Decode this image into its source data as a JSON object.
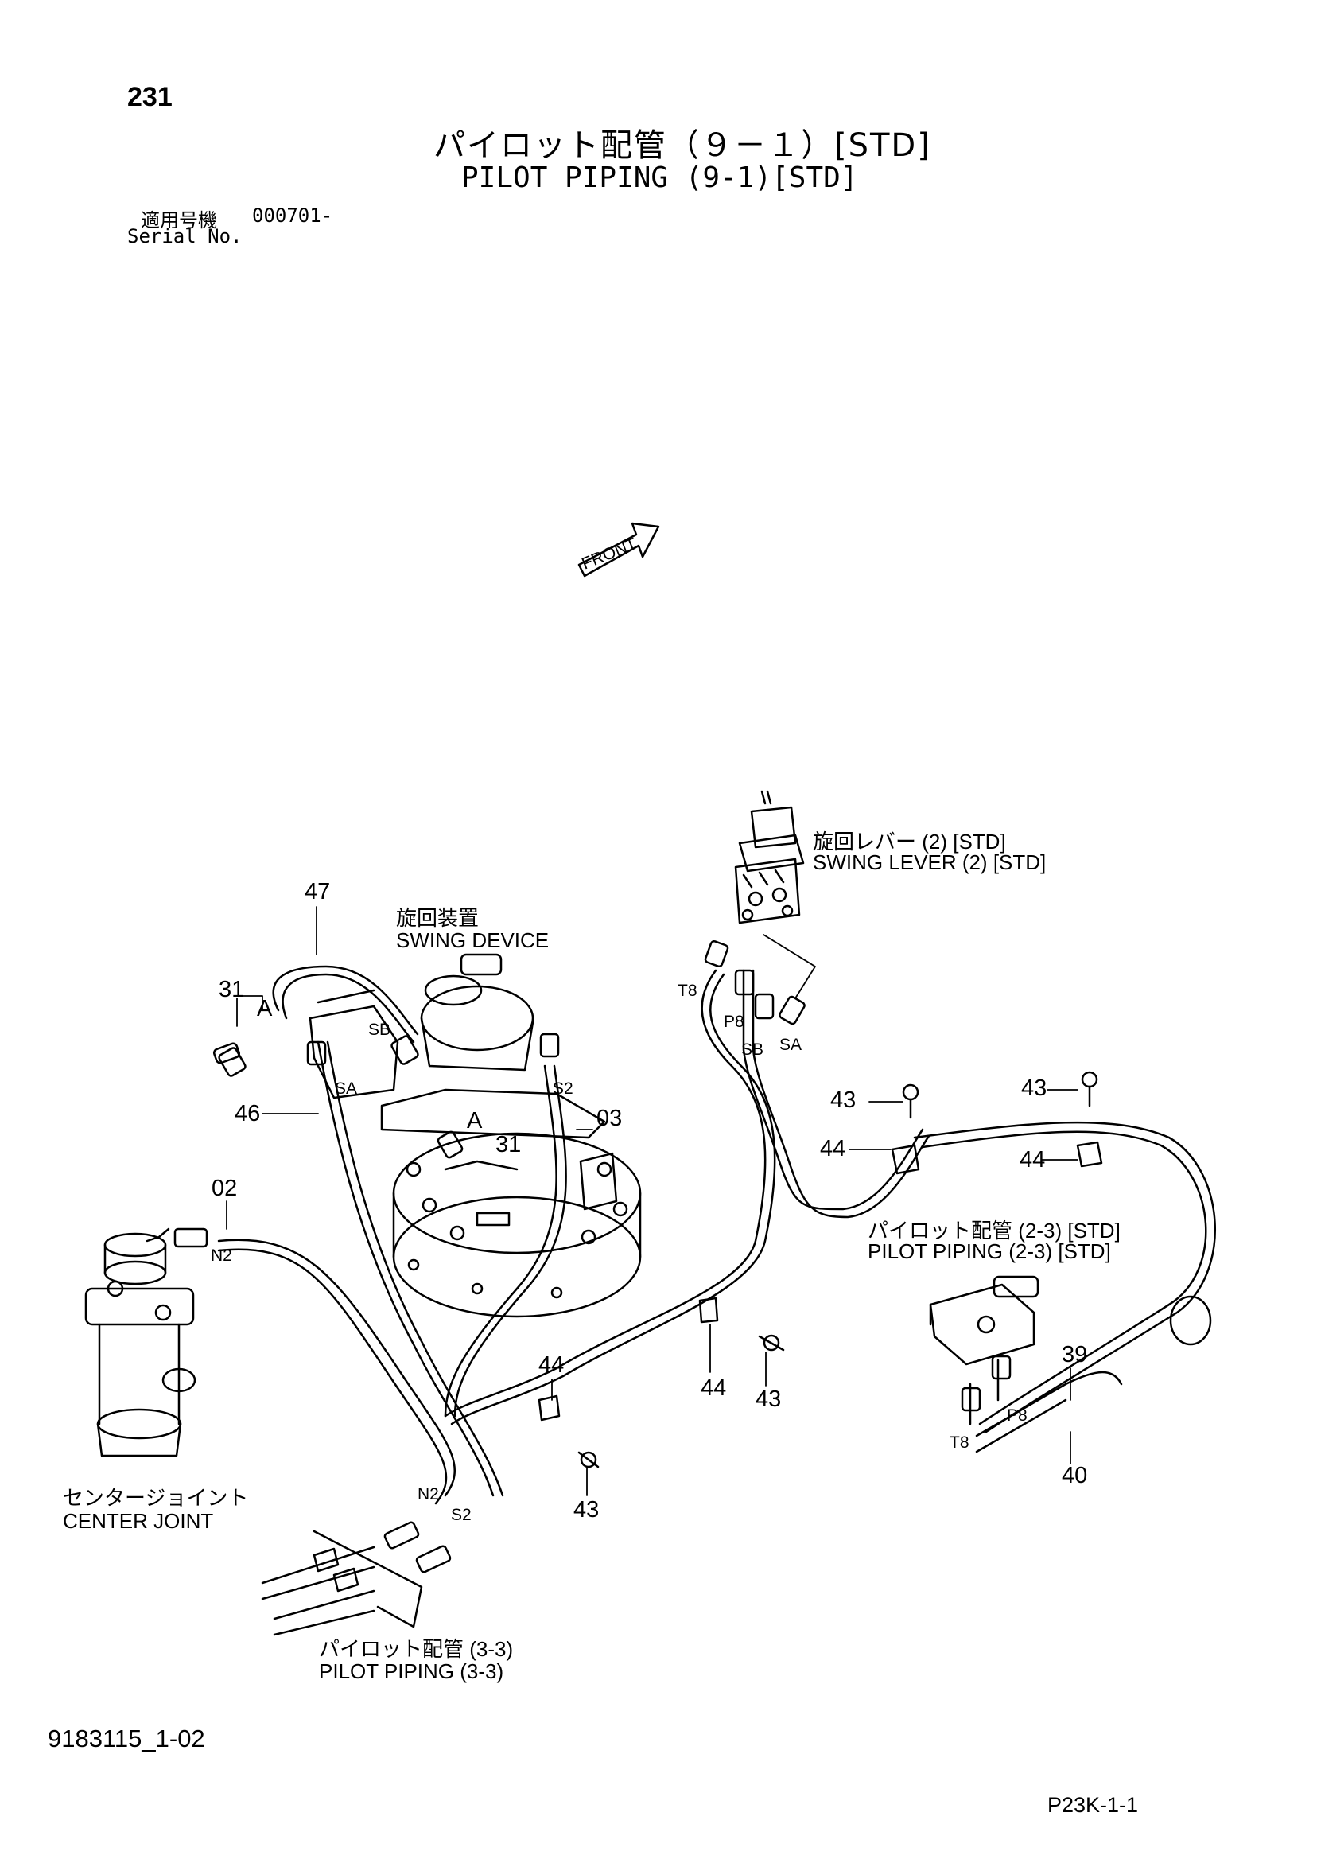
{
  "header": {
    "page_number": "231",
    "title_jp": "パイロット配管（９－１）[STD]",
    "title_en": "PILOT PIPING (9-1)[STD]",
    "serial_label_jp": "適用号機",
    "serial_value": "000701-",
    "serial_label_en": "Serial No."
  },
  "front_arrow": {
    "label": "FRONT"
  },
  "components": {
    "swing_lever": {
      "jp": "旋回レバー (2) [STD]",
      "en": "SWING LEVER (2) [STD]"
    },
    "swing_device": {
      "jp": "旋回装置",
      "en": "SWING DEVICE"
    },
    "pilot_piping_2_3": {
      "jp": "パイロット配管 (2-3) [STD]",
      "en": "PILOT PIPING (2-3) [STD]"
    },
    "center_joint": {
      "jp": "センタージョイント",
      "en": "CENTER JOINT"
    },
    "pilot_piping_3_3": {
      "jp": "パイロット配管 (3-3)",
      "en": "PILOT PIPING (3-3)"
    }
  },
  "part_numbers": {
    "p47": "47",
    "p31a": "31",
    "p31b": "31",
    "p46": "46",
    "p03": "03",
    "p02": "02",
    "p43a": "43",
    "p43b": "43",
    "p43c": "43",
    "p43d": "43",
    "p44a": "44",
    "p44b": "44",
    "p44c": "44",
    "p44d": "44",
    "p39": "39",
    "p40": "40"
  },
  "port_labels": {
    "t8a": "T8",
    "p8a": "P8",
    "sba": "SB",
    "saa": "SA",
    "sbb": "SB",
    "sab": "SA",
    "s2a": "S2",
    "n2a": "N2",
    "n2b": "N2",
    "s2b": "S2",
    "t8b": "T8",
    "p8b": "P8"
  },
  "detail_refs": {
    "a1": "A",
    "a2": "A"
  },
  "footer": {
    "doc_code": "9183115_1-02",
    "page_code": "P23K-1-1"
  }
}
